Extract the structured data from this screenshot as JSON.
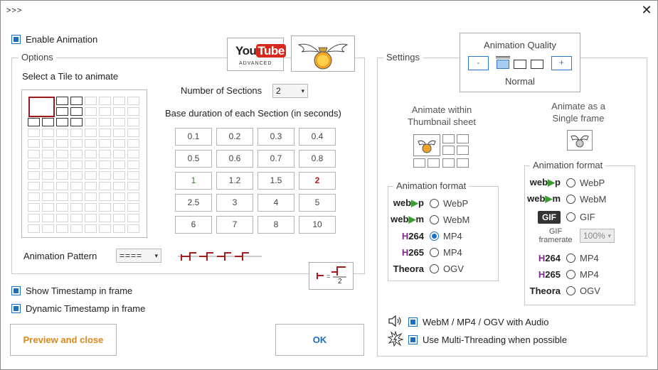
{
  "window": {
    "title": ">>>",
    "close_glyph": "✕"
  },
  "enable_animation": {
    "label": "Enable Animation",
    "checked": true
  },
  "options": {
    "legend": "Options",
    "select_tile_label": "Select a Tile to animate",
    "number_of_sections_label": "Number of Sections",
    "number_of_sections_value": "2",
    "base_duration_label": "Base duration of each Section (in seconds)",
    "durations": [
      "0.1",
      "0.2",
      "0.3",
      "0.4",
      "0.5",
      "0.6",
      "0.7",
      "0.8",
      "1",
      "1.2",
      "1.5",
      "2",
      "2.5",
      "3",
      "4",
      "5",
      "6",
      "7",
      "8",
      "10"
    ],
    "selected_duration": "2",
    "default_duration": "1",
    "animation_pattern_label": "Animation Pattern",
    "animation_pattern_value": "====",
    "half_glyph": "2"
  },
  "logos": {
    "youtube_word": "You",
    "youtube_tube": "Tube",
    "youtube_sub": "ADVANCED"
  },
  "show_timestamp": {
    "label": "Show Timestamp in frame",
    "checked": true
  },
  "dynamic_timestamp": {
    "label": "Dynamic Timestamp in frame",
    "checked": true
  },
  "buttons": {
    "preview": "Preview and close",
    "ok": "OK"
  },
  "settings": {
    "legend": "Settings",
    "quality": {
      "title": "Animation Quality",
      "minus": "-",
      "plus": "+",
      "value": "Normal"
    },
    "within_sheet": "Animate within Thumbnail sheet",
    "single_frame": "Animate as a Single frame",
    "format_legend": "Animation format",
    "left_formats": [
      {
        "logo": "webp",
        "label": "WebP",
        "selected": false
      },
      {
        "logo": "webm",
        "label": "WebM",
        "selected": false
      },
      {
        "logo": "H264",
        "label": "MP4",
        "selected": true
      },
      {
        "logo": "H265",
        "label": "MP4",
        "selected": false
      },
      {
        "logo": "Theora",
        "label": "OGV",
        "selected": false
      }
    ],
    "right_formats": [
      {
        "logo": "webp",
        "label": "WebP",
        "selected": false
      },
      {
        "logo": "webm",
        "label": "WebM",
        "selected": false
      },
      {
        "logo": "GIF",
        "label": "GIF",
        "selected": false
      },
      {
        "logo": "H264",
        "label": "MP4",
        "selected": false
      },
      {
        "logo": "H265",
        "label": "MP4",
        "selected": false
      },
      {
        "logo": "Theora",
        "label": "OGV",
        "selected": false
      }
    ],
    "gif_framerate_label": "GIF framerate",
    "gif_framerate_value": "100%",
    "audio_label": "WebM / MP4 / OGV with Audio",
    "multithread_label": "Use Multi-Threading when possible"
  },
  "colors": {
    "accent": "#1a6fc0",
    "orange": "#d98a1a",
    "selected_red": "#b31c1c",
    "youtube_red": "#d6281c"
  }
}
